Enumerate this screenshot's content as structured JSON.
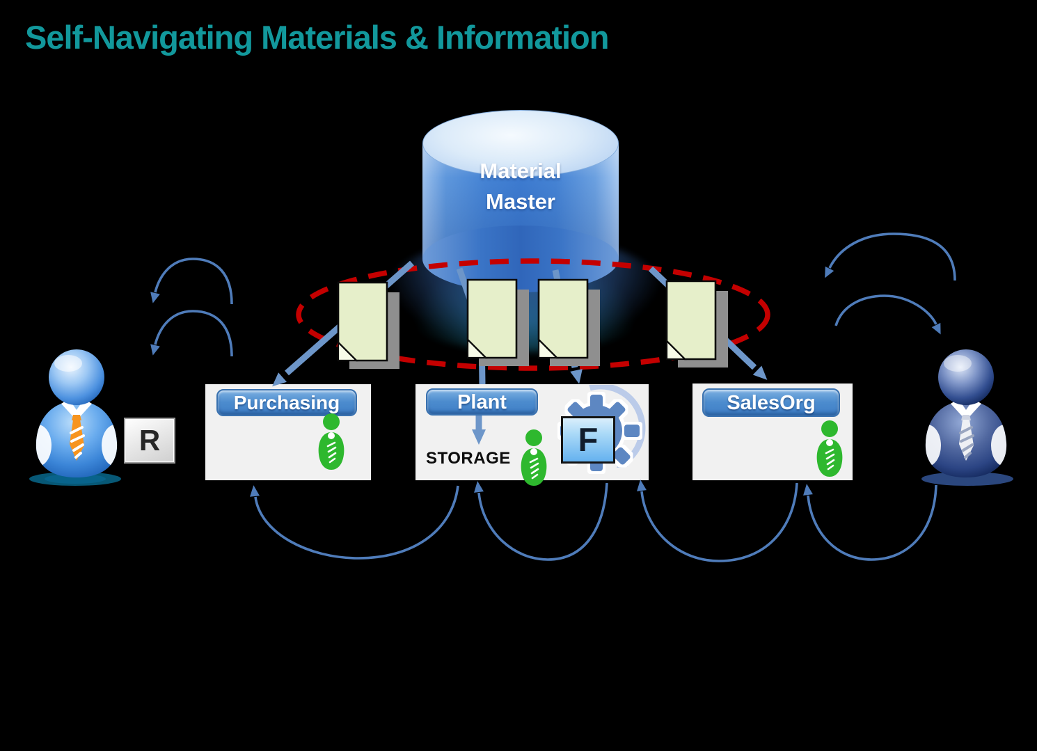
{
  "title": "Self-Navigating Materials & Information",
  "cylinder": {
    "line1": "Material",
    "line2": "Master"
  },
  "boxes": {
    "purchasing": {
      "label": "Purchasing"
    },
    "plant": {
      "label": "Plant",
      "storage": "STORAGE",
      "letter": "F"
    },
    "salesorg": {
      "label": "SalesOrg"
    }
  },
  "left_actor": {
    "badge": "R"
  },
  "icons": [
    "database-cylinder-icon",
    "document-icon",
    "green-person-icon",
    "gear-icon",
    "user-figure-blue",
    "user-figure-navy",
    "loop-arrow-icon"
  ],
  "colors": {
    "title_teal": "#12989c",
    "thick_arrow_blue": "#6d96c9",
    "thin_arc_blue": "#4f7cba",
    "boundary_red": "#c40000",
    "document_fill": "#e6efca",
    "box_bg": "#f1f1f1",
    "button_blue": "#4c8cce",
    "person_green": "#2eb82e",
    "cylinder_blue": "#3d7bd0",
    "left_person_blue": "#3f87d8",
    "right_person_navy": "#1f3a78",
    "tie_orange": "#f7941e"
  }
}
